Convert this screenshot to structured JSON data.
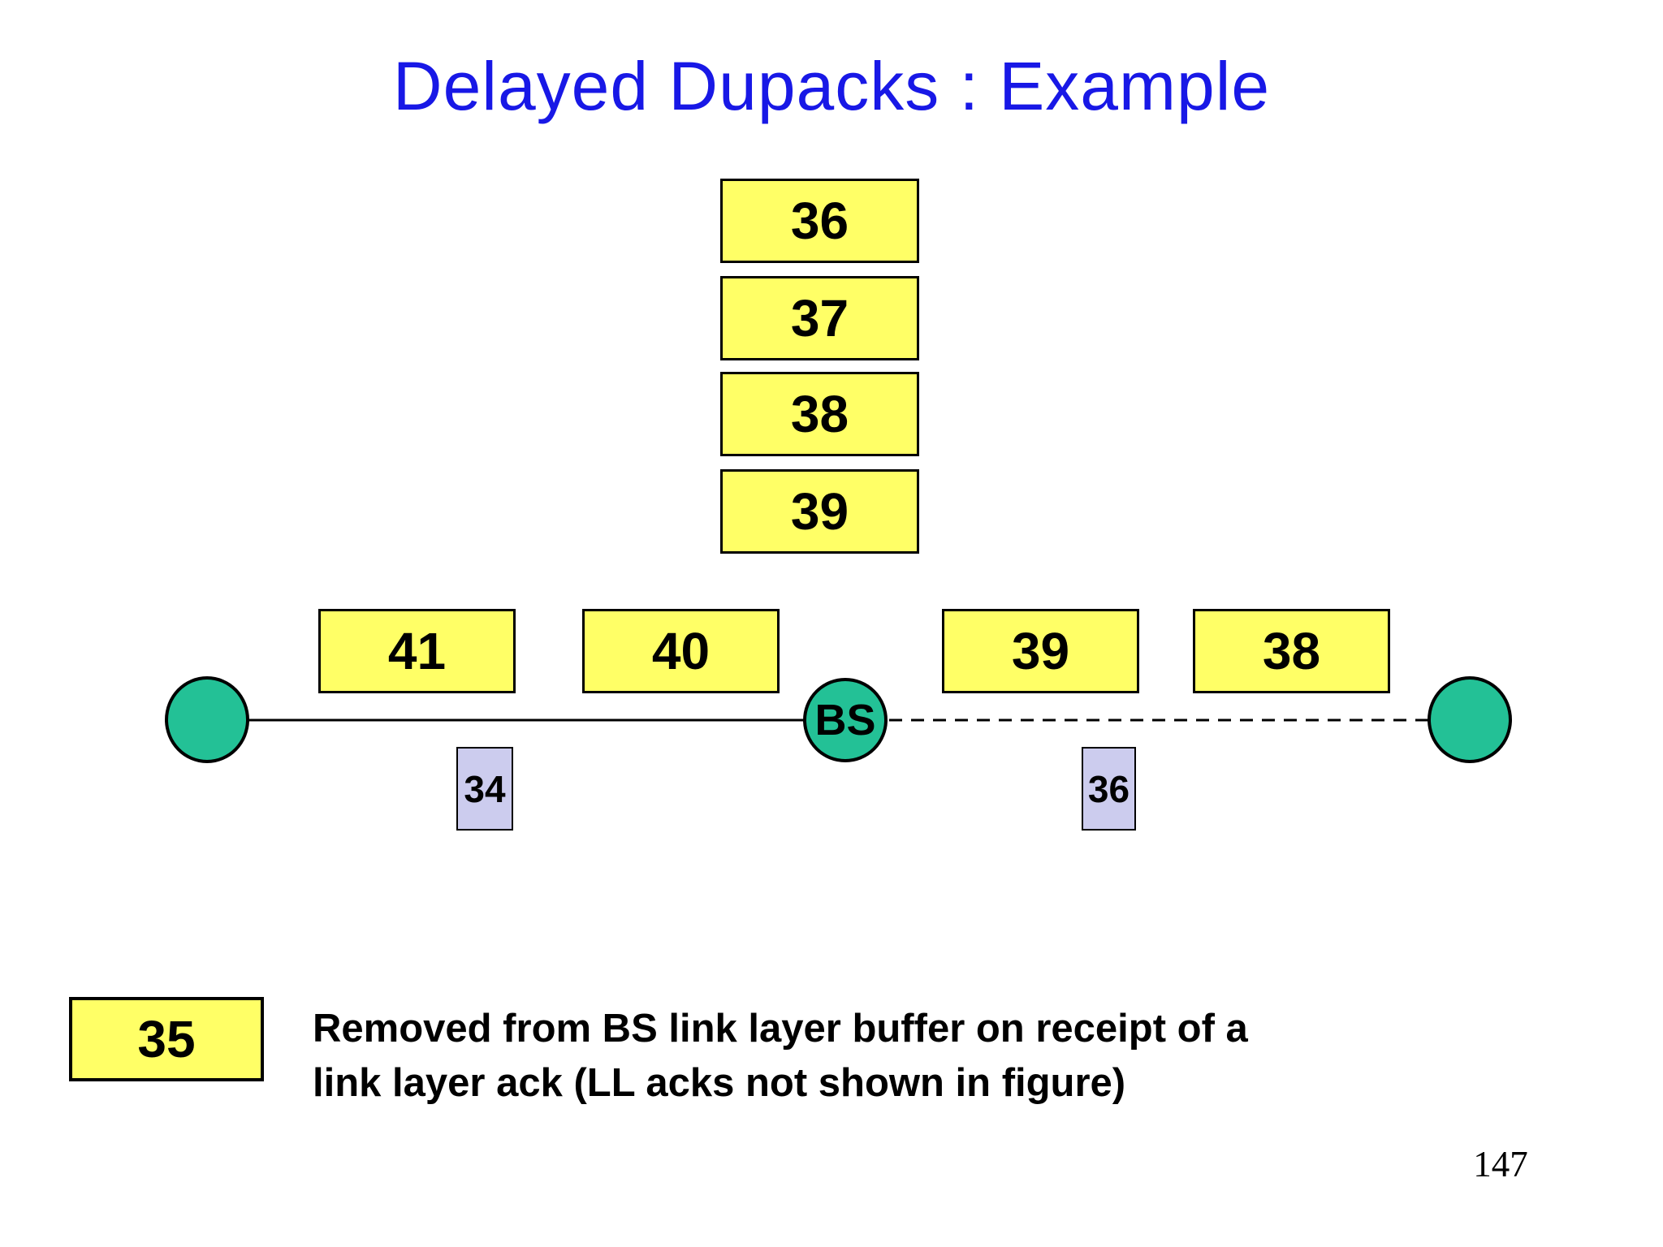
{
  "slide": {
    "title": "Delayed Dupacks : Example",
    "page_number": "147"
  },
  "colors": {
    "title_blue": "#1818e6",
    "packet_yellow": "#ffff66",
    "node_green": "#23c196",
    "ack_lavender": "#ccccee",
    "line_black": "#000000"
  },
  "bs_buffer_stack": {
    "packets": [
      "36",
      "37",
      "38",
      "39"
    ]
  },
  "link_row": {
    "wired_packets": [
      "41",
      "40"
    ],
    "base_station_label": "BS",
    "wireless_packets": [
      "39",
      "38"
    ],
    "acks": [
      "34",
      "36"
    ]
  },
  "legend": {
    "packet_label": "35",
    "caption_line1": "Removed from BS link layer buffer on receipt of a",
    "caption_line2": "link layer ack (LL acks not shown in figure)"
  }
}
